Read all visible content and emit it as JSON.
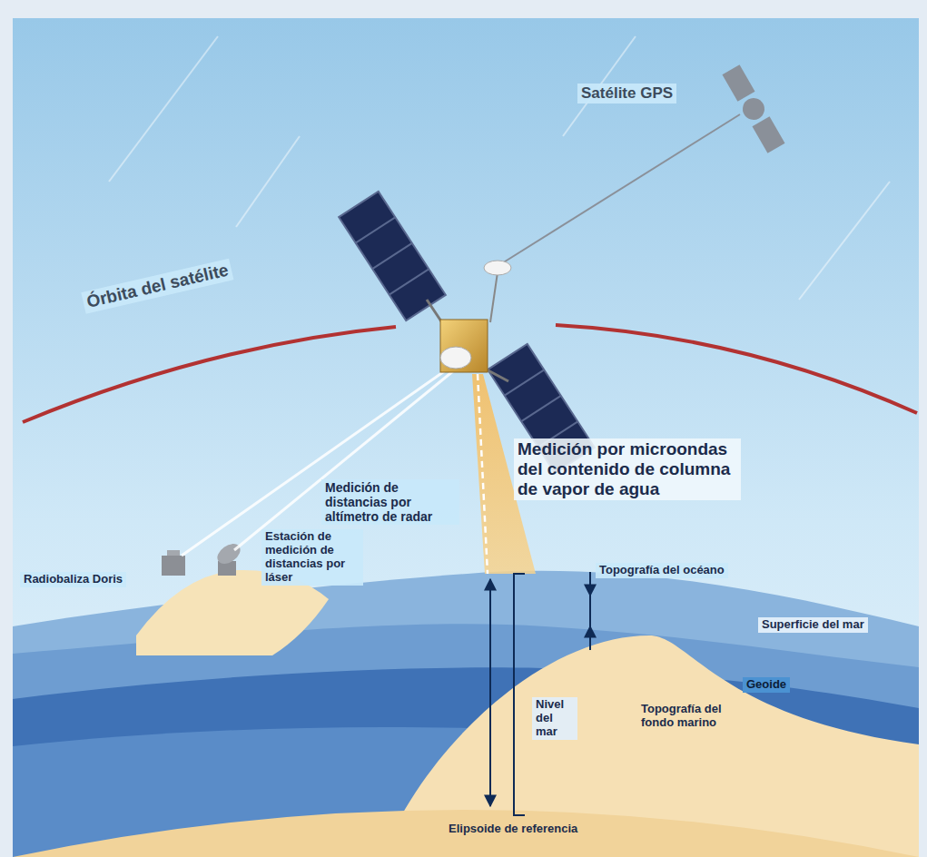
{
  "diagram": {
    "labels": [
      "Satélite GPS",
      "Órbita del satélite",
      "Medición por microondas del contenido de columna de vapor de agua",
      "Medición de distancias por altímetro de radar",
      "Radiobaliza Doris",
      "Estación de medición de distancias por láser",
      "Topografía del océano",
      "Superficie del mar",
      "Geoide",
      "Nivel del mar",
      "Topografía del fondo marino",
      "Elipsoide de referencia"
    ]
  }
}
